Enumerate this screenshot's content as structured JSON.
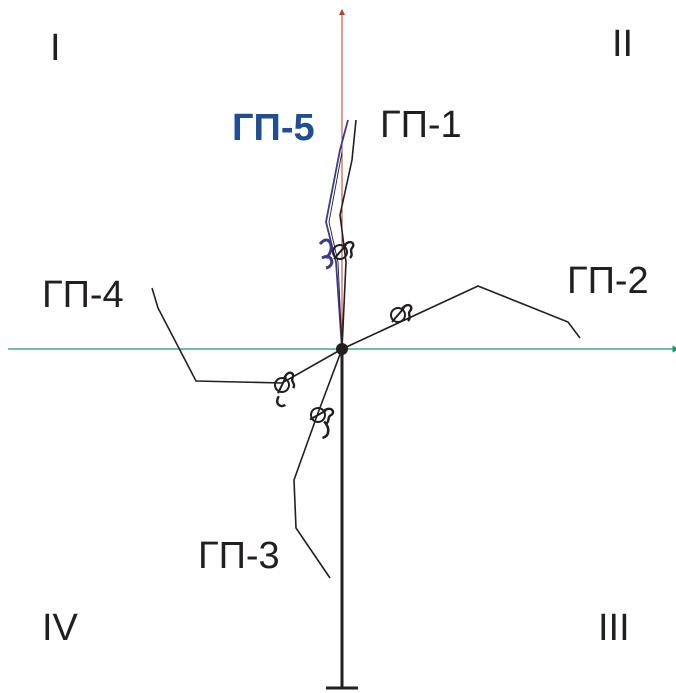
{
  "quadrants": {
    "q1": "I",
    "q2": "II",
    "q3": "III",
    "q4": "IV"
  },
  "wells": {
    "gp1": "ГП-1",
    "gp2": "ГП-2",
    "gp3": "ГП-3",
    "gp4": "ГП-4",
    "gp5": "ГП-5"
  },
  "colors": {
    "trajectory": "#231f20",
    "highlight_well": "#3b3a8c",
    "highlight_label": "#1f4e96",
    "vertical_axis": "#c0392b",
    "horizontal_axis": "#1a9a6c"
  },
  "icons": {
    "trajectory_marker": "hydrophone-symbol-icon",
    "center": "wellhead-dot-icon"
  }
}
